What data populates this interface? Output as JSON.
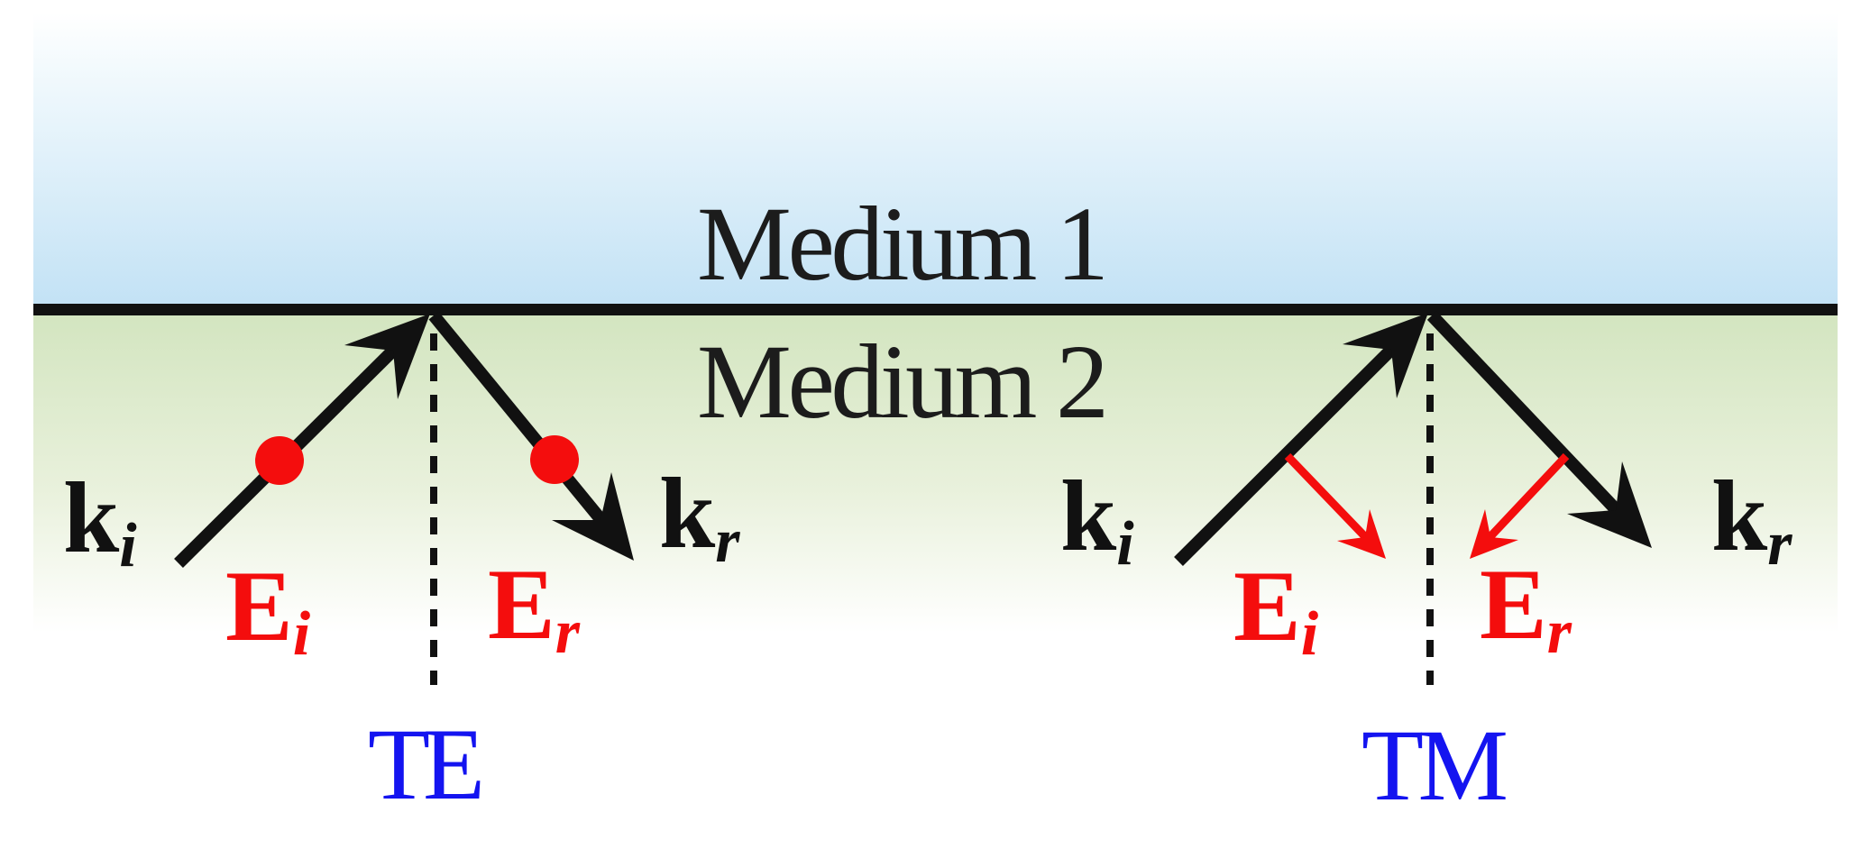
{
  "figure": {
    "medium1_label": "Medium 1",
    "medium2_label": "Medium 2",
    "colors": {
      "medium1_top": "#ffffff",
      "medium1_bottom": "#c3e2f5",
      "medium2_top": "#d3e5c0",
      "medium2_bottom": "#ffffff",
      "interface": "#111111",
      "wave": "#111111",
      "label": "#1c1c1c",
      "field": "#f40d0d",
      "mode": "#1414f0"
    }
  },
  "te_panel": {
    "mode_label": "TE",
    "k_incident": {
      "main": "k",
      "sub": "i"
    },
    "k_reflected": {
      "main": "k",
      "sub": "r"
    },
    "e_incident": {
      "main": "E",
      "sub": "i"
    },
    "e_reflected": {
      "main": "E",
      "sub": "r"
    }
  },
  "tm_panel": {
    "mode_label": "TM",
    "k_incident": {
      "main": "k",
      "sub": "i"
    },
    "k_reflected": {
      "main": "k",
      "sub": "r"
    },
    "e_incident": {
      "main": "E",
      "sub": "i"
    },
    "e_reflected": {
      "main": "E",
      "sub": "r"
    }
  }
}
